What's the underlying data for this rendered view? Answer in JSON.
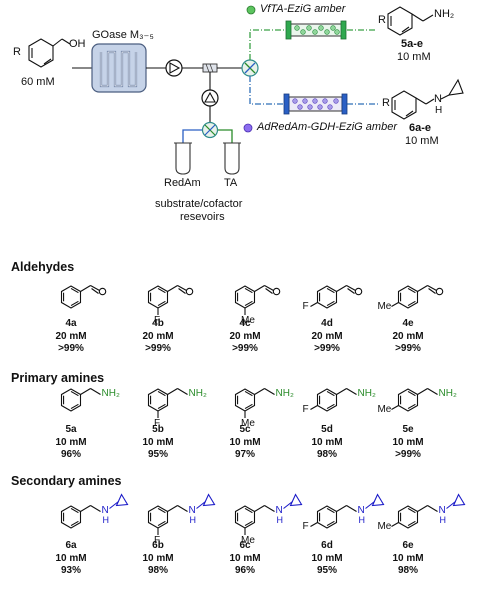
{
  "scheme": {
    "substrate_conc": "60 mM",
    "r_label": "R",
    "oh_label": "OH",
    "goase_label": "GOase M₃₋₅",
    "vfta_label": "VfTA-EziG amber",
    "adredam_label": "AdRedAm-GDH-EziG amber",
    "product_primary_id": "5a-e",
    "product_primary_conc": "10 mM",
    "product_primary_group": "NH₂",
    "product_secondary_id": "6a-e",
    "product_secondary_conc": "10 mM",
    "product_secondary_group": "N",
    "product_secondary_h": "H",
    "reservoir_left": "RedAm",
    "reservoir_right": "TA",
    "reservoir_caption_line1": "substrate/cofactor",
    "reservoir_caption_line2": "resevoirs"
  },
  "sections": {
    "aldehydes": "Aldehydes",
    "primary": "Primary amines",
    "secondary": "Secondary amines"
  },
  "substituents": {
    "F": "F",
    "Me": "Me"
  },
  "groups": {
    "nh2": "NH₂",
    "nh": "N",
    "h": "H"
  },
  "aldehydes": [
    {
      "id": "4a",
      "conc": "20 mM",
      "yield": ">99%"
    },
    {
      "id": "4b",
      "conc": "20 mM",
      "yield": ">99%"
    },
    {
      "id": "4c",
      "conc": "20 mM",
      "yield": ">99%"
    },
    {
      "id": "4d",
      "conc": "20 mM",
      "yield": ">99%"
    },
    {
      "id": "4e",
      "conc": "20 mM",
      "yield": ">99%"
    }
  ],
  "primary_amines": [
    {
      "id": "5a",
      "conc": "10 mM",
      "yield": "96%"
    },
    {
      "id": "5b",
      "conc": "10 mM",
      "yield": "95%"
    },
    {
      "id": "5c",
      "conc": "10 mM",
      "yield": "97%"
    },
    {
      "id": "5d",
      "conc": "10 mM",
      "yield": "98%"
    },
    {
      "id": "5e",
      "conc": "10 mM",
      "yield": ">99%"
    }
  ],
  "secondary_amines": [
    {
      "id": "6a",
      "conc": "10 mM",
      "yield": "93%"
    },
    {
      "id": "6b",
      "conc": "10 mM",
      "yield": "98%"
    },
    {
      "id": "6c",
      "conc": "10 mM",
      "yield": "96%"
    },
    {
      "id": "6d",
      "conc": "10 mM",
      "yield": "95%"
    },
    {
      "id": "6e",
      "conc": "10 mM",
      "yield": "98%"
    }
  ],
  "colors": {
    "green_line": "#3aa046",
    "blue_line": "#2f6fb8",
    "nh2_text": "#2a8c2a",
    "nh_text": "#1a1ac8",
    "reactor_green": "#2fa84f",
    "reactor_blue": "#2a5fc4"
  }
}
